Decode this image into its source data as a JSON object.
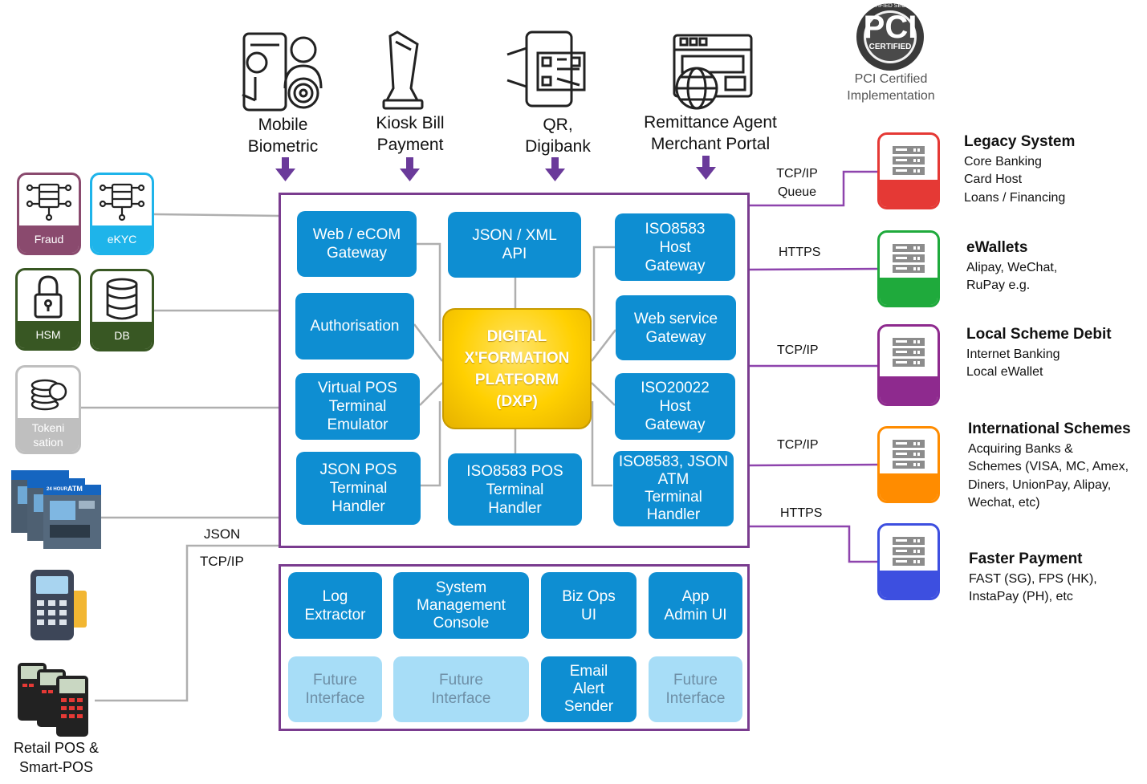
{
  "sources": [
    {
      "label": "Mobile\nBiometric",
      "icon": "mobile-biometric-icon"
    },
    {
      "label": "Kiosk Bill\nPayment",
      "icon": "kiosk-icon"
    },
    {
      "label": "QR,\nDigibank",
      "icon": "qr-phone-icon"
    },
    {
      "label": "Remittance Agent\nMerchant Portal",
      "icon": "web-portal-icon"
    }
  ],
  "pci": {
    "logo_text": "PCI",
    "logo_sub": "CERTIFIED",
    "logo_ring": "CERTIFIED SECURE",
    "label": "PCI Certified\nImplementation"
  },
  "left_services": [
    {
      "label": "Fraud",
      "color": "#8A4A6E"
    },
    {
      "label": "eKYC",
      "color": "#1EB4EA"
    },
    {
      "label": "HSM",
      "color": "#385723"
    },
    {
      "label": "DB",
      "color": "#385723"
    },
    {
      "label": "Tokeni\nsation",
      "color": "#BFBFBF"
    }
  ],
  "left_devices": {
    "retail_label": "Retail POS &\nSmart-POS",
    "atm_text": "ATM",
    "atm_sub": "24 HOUR"
  },
  "protocols_left": {
    "json": "JSON",
    "tcpip": "TCP/IP"
  },
  "core": {
    "center": "DIGITAL\nX'FORMATION\nPLATFORM\n(DXP)",
    "modules": [
      "Web / eCOM\nGateway",
      "JSON / XML\nAPI",
      "ISO8583\nHost\nGateway",
      "Authorisation",
      "Web service\nGateway",
      "Virtual POS\nTerminal\nEmulator",
      "ISO20022\nHost\nGateway",
      "JSON POS\nTerminal\nHandler",
      "ISO8583 POS\nTerminal\nHandler",
      "ISO8583, JSON\nATM\nTerminal\nHandler"
    ]
  },
  "tools": [
    {
      "label": "Log\nExtractor",
      "future": false
    },
    {
      "label": "System\nManagement\nConsole",
      "future": false
    },
    {
      "label": "Biz Ops\nUI",
      "future": false
    },
    {
      "label": "App\nAdmin UI",
      "future": false
    },
    {
      "label": "Future\nInterface",
      "future": true
    },
    {
      "label": "Future\nInterface",
      "future": true
    },
    {
      "label": "Email\nAlert\nSender",
      "future": false
    },
    {
      "label": "Future\nInterface",
      "future": true
    }
  ],
  "right_protocols": [
    "TCP/IP\nQueue",
    "HTTPS",
    "TCP/IP",
    "TCP/IP",
    "HTTPS"
  ],
  "right_systems": [
    {
      "title": "Legacy System",
      "lines": [
        "Core Banking",
        "Card Host",
        "Loans / Financing"
      ],
      "color": "#E53935"
    },
    {
      "title": "eWallets",
      "lines": [
        "Alipay, WeChat,",
        "RuPay e.g."
      ],
      "color": "#1FAA3C"
    },
    {
      "title": "Local Scheme Debit",
      "lines": [
        "Internet Banking",
        "Local eWallet"
      ],
      "color": "#8E2A8E"
    },
    {
      "title": "International Schemes",
      "lines": [
        "Acquiring Banks &",
        "Schemes (VISA, MC, Amex,",
        "Diners, UnionPay, Alipay,",
        "Wechat, etc)"
      ],
      "color": "#FF8C00"
    },
    {
      "title": "Faster Payment",
      "lines": [
        "FAST (SG), FPS (HK),",
        "InstaPay (PH), etc"
      ],
      "color": "#3D4FE0"
    }
  ],
  "colors": {
    "frame": "#7A3C8F",
    "module": "#0E8ED2",
    "future": "#A7DDF7",
    "arrow": "#6A3A9A",
    "connector": "#AFAFAF"
  }
}
